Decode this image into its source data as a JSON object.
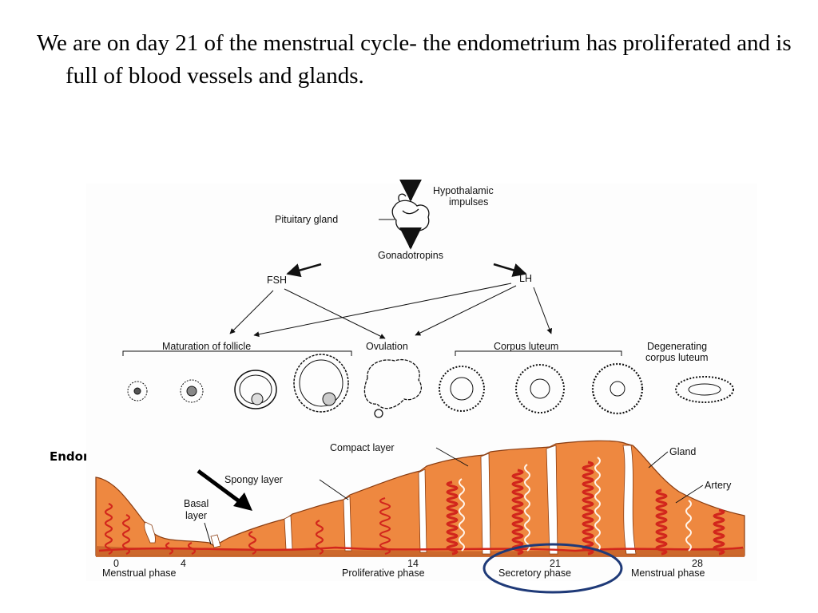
{
  "caption": "We are on day 21 of the menstrual cycle- the endometrium has proliferated and is full of blood vessels and glands.",
  "diagram": {
    "hypothalamic_impulses": [
      "Hypothalamic",
      "impulses"
    ],
    "pituitary_gland": "Pituitary gland",
    "gonadotropins": "Gonadotropins",
    "fsh": "FSH",
    "lh": "LH",
    "maturation_of_follicle": "Maturation of follicle",
    "ovulation": "Ovulation",
    "corpus_luteum": "Corpus luteum",
    "degenerating_corpus_luteum": [
      "Degenerating",
      "corpus luteum"
    ],
    "compact_layer": "Compact layer",
    "spongy_layer": "Spongy layer",
    "basal_layer": [
      "Basal",
      "layer"
    ],
    "gland": "Gland",
    "artery": "Artery",
    "days": [
      "0",
      "4",
      "14",
      "21",
      "28"
    ],
    "phases": [
      "Menstrual phase",
      "Proliferative phase",
      "Secretory phase",
      "Menstrual phase"
    ]
  },
  "annotation": {
    "endometrium_label": "Endometrium",
    "highlight_color": "#1f3a78"
  },
  "colors": {
    "tissue": "#ee8840",
    "tissue_dark": "#c9652a",
    "vessels": "#d2261c"
  }
}
